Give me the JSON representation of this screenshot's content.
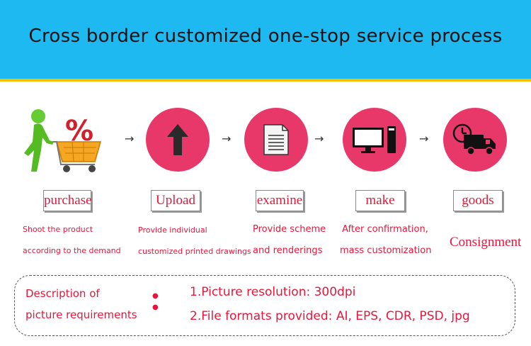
{
  "header": {
    "title": "Cross border customized one-stop service process"
  },
  "steps": [
    {
      "label": "purchase",
      "icon": "cart-percent-icon",
      "desc": [
        "Shoot the product",
        "according to the demand"
      ]
    },
    {
      "label": "Upload",
      "icon": "upload-arrow-icon",
      "desc": [
        "Provide individual",
        "customized printed drawings"
      ]
    },
    {
      "label": "examine",
      "icon": "document-icon",
      "desc": [
        "Provide scheme",
        "and renderings"
      ]
    },
    {
      "label": "make",
      "icon": "computer-icon",
      "desc": [
        "After confirmation,",
        "mass customization"
      ]
    },
    {
      "label": "goods",
      "icon": "delivery-truck-icon",
      "desc": [
        "Consignment"
      ]
    }
  ],
  "arrow_glyph": "→",
  "requirements": {
    "title_lines": [
      "Description of",
      "picture requirements"
    ],
    "colon": ":",
    "items": [
      "1.Picture resolution: 300dpi",
      "2.File formats provided: AI, EPS, CDR, PSD, jpg"
    ]
  },
  "colors": {
    "header_bg": "#1fb9f2",
    "header_border": "#f2c200",
    "circle": "#e8386a",
    "text_red": "#e8173a"
  }
}
